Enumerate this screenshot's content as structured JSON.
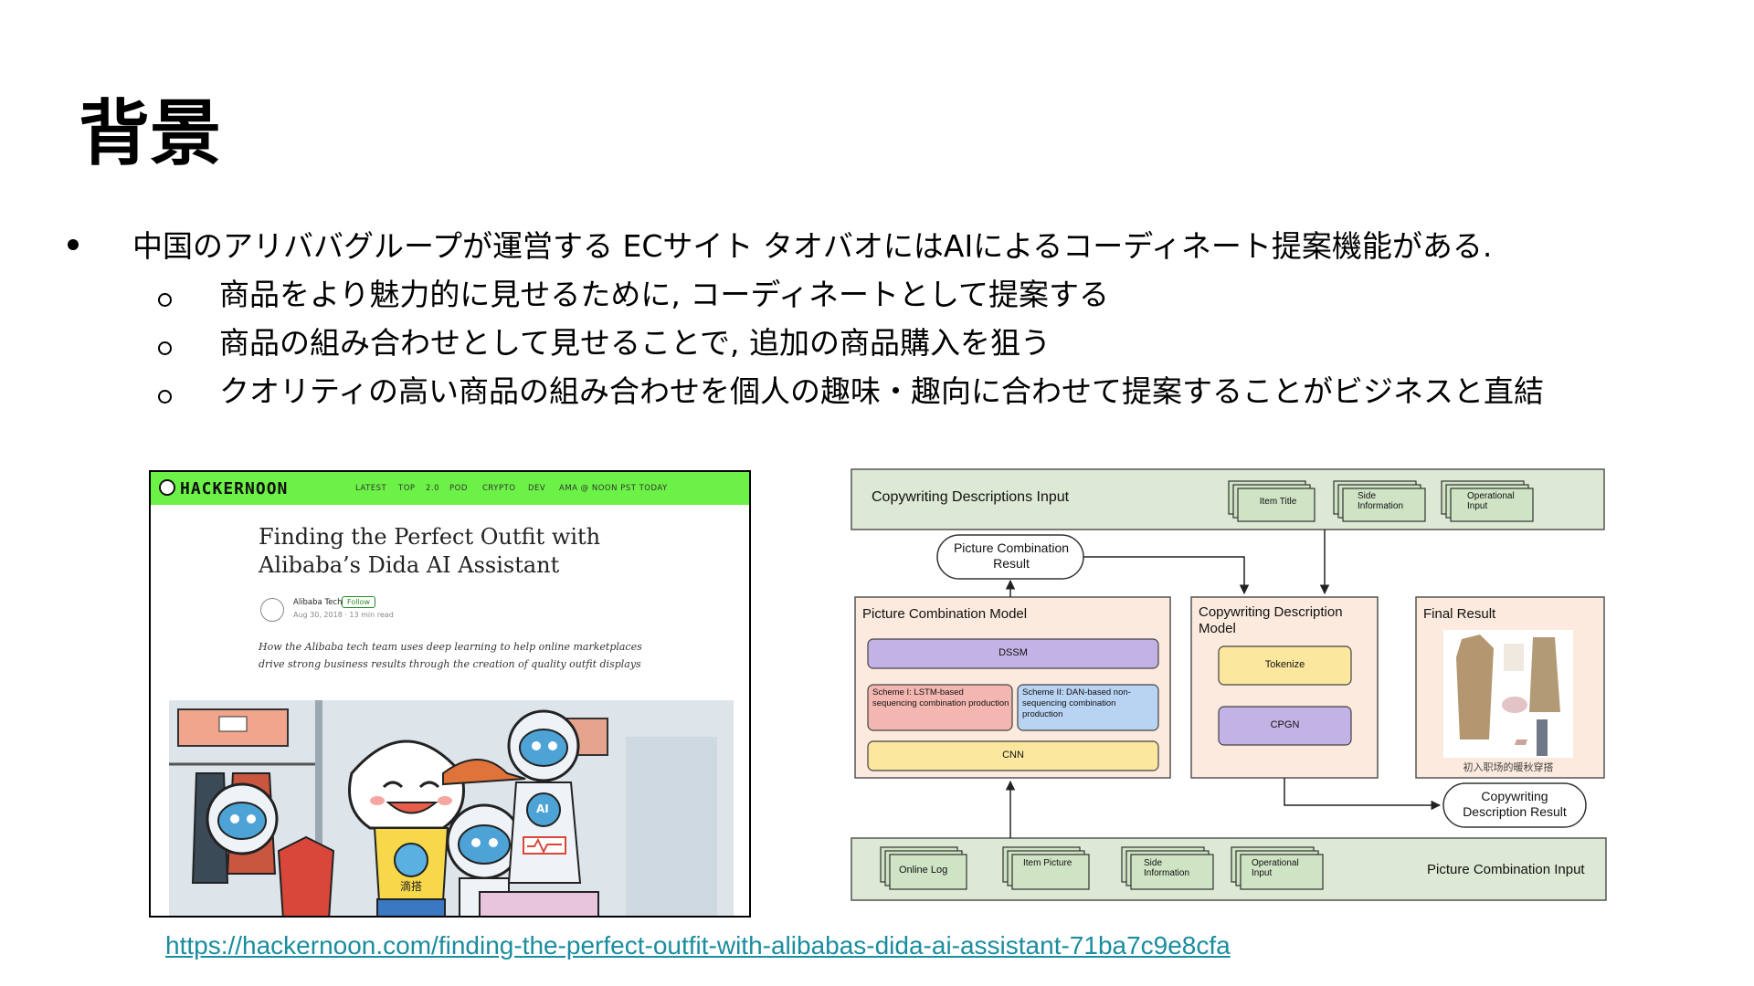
{
  "slide": {
    "title": "背景",
    "bullets": [
      "中国のアリババグループが運営する ECサイト タオバオにはAIによるコーディネート提案機能がある.",
      "商品をより魅力的に見せるために, コーディネートとして提案する",
      "商品の組み合わせとして見せることで, 追加の商品購入を狙う",
      "クオリティの高い商品の組み合わせを個人の趣味・趣向に合わせて提案することがビジネスと直結"
    ],
    "link": "https://hackernoon.com/finding-the-perfect-outfit-with-alibabas-dida-ai-assistant-71ba7c9e8cfa"
  },
  "screenshot": {
    "logo": "HACKERNOON",
    "nav": [
      "LATEST",
      "TOP",
      "2.0",
      "POD",
      "CRYPTO",
      "DEV",
      "AMA @ NOON PST TODAY"
    ],
    "article_title": "Finding the Perfect Outfit with Alibaba’s Dida AI Assistant",
    "author": "Alibaba Tech",
    "follow": "Follow",
    "meta": "Aug 30, 2018 · 13 min read",
    "summary": "How the Alibaba tech team uses deep learning to help online marketplaces drive strong business results through the creation of quality outfit displays",
    "mascot_label": "滴搭",
    "robot_label": "AI",
    "colors": {
      "bar": "#6cf247"
    }
  },
  "diagram": {
    "top_input": "Copywriting Descriptions Input",
    "top_docs": [
      "Item Title",
      "Side Information",
      "Operational Input"
    ],
    "picture_result": "Picture Combination Result",
    "pcm_title": "Picture Combination Model",
    "pcm_dssm": "DSSM",
    "scheme1": "Scheme I: LSTM-based sequencing combination production",
    "scheme2": "Scheme II: DAN-based non-sequencing combination production",
    "pcm_cnn": "CNN",
    "cdm_title": "Copywriting Description Model",
    "cdm_tokenize": "Tokenize",
    "cdm_cpgn": "CPGN",
    "final_title": "Final Result",
    "final_caption": "初入职场的暖秋穿搭",
    "copy_result": "Copywriting Description Result",
    "bottom_input": "Picture Combination Input",
    "bottom_docs": [
      "Online Log",
      "Item Picture",
      "Side Information",
      "Operational Input"
    ]
  }
}
